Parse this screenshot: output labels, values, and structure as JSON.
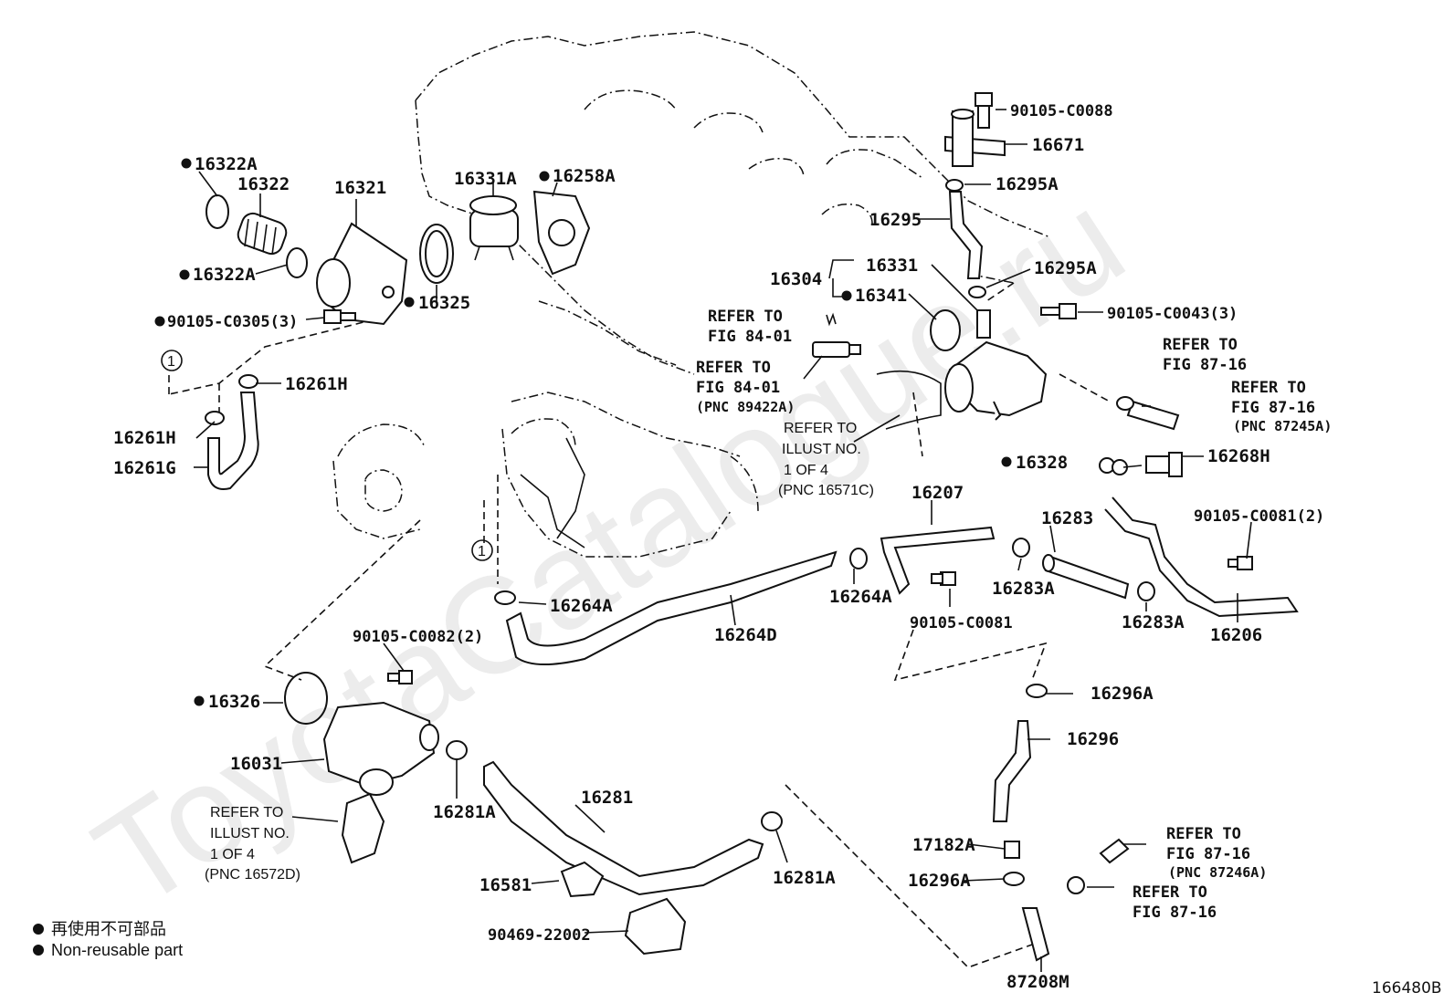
{
  "watermark": "ToyotaCatalogue.ru",
  "diagram_id": "166480B",
  "legend": {
    "line1": "再使用不可部品",
    "line2": "Non-reusable part"
  },
  "labels": {
    "p16322a_top": "16322A",
    "p16322": "16322",
    "p16321": "16321",
    "p16331a": "16331A",
    "p16258a": "16258A",
    "p16322a_bottom": "16322A",
    "p16325": "16325",
    "p90105_c0305": "90105-C0305(3)",
    "p16261h_top": "16261H",
    "p16261h_left": "16261H",
    "p16261g": "16261G",
    "p90105_c0088": "90105-C0088",
    "p16671": "16671",
    "p16295a_top": "16295A",
    "p16295": "16295",
    "p16331": "16331",
    "p16304": "16304",
    "p16341": "16341",
    "p16295a_mid": "16295A",
    "p90105_c0043": "90105-C0043(3)",
    "p16328": "16328",
    "p16268h": "16268H",
    "p16207": "16207",
    "p16283": "16283",
    "p90105_c0081_2": "90105-C0081(2)",
    "p16264a_left": "16264A",
    "p16264d": "16264D",
    "p16264a_right": "16264A",
    "p90105_c0081": "90105-C0081",
    "p16283a_left": "16283A",
    "p16283a_right": "16283A",
    "p16206": "16206",
    "p90105_c0082": "90105-C0082(2)",
    "p16326": "16326",
    "p16031": "16031",
    "p16281a_left": "16281A",
    "p16281": "16281",
    "p16281a_right": "16281A",
    "p16581": "16581",
    "p90469_22002": "90469-22002",
    "p16296a_top": "16296A",
    "p16296": "16296",
    "p17182a": "17182A",
    "p16296a_bottom": "16296A",
    "p87208m": "87208M",
    "circle1": "1"
  },
  "refs": {
    "r1_l1": "REFER TO",
    "r1_l2": "FIG 84-01",
    "r2_l1": "REFER TO",
    "r2_l2": "FIG 84-01",
    "r2_l3": "(PNC 89422A)",
    "r3_l1": "REFER TO",
    "r3_l2": "ILLUST NO.",
    "r3_l3": "1 OF 4",
    "r3_l4": "(PNC 16571C)",
    "r4_l1": "REFER TO",
    "r4_l2": "FIG 87-16",
    "r5_l1": "REFER TO",
    "r5_l2": "FIG 87-16",
    "r5_l3": "(PNC 87245A)",
    "r6_l1": "REFER TO",
    "r6_l2": "ILLUST NO.",
    "r6_l3": "1 OF 4",
    "r6_l4": "(PNC 16572D)",
    "r7_l1": "REFER TO",
    "r7_l2": "FIG 87-16",
    "r7_l3": "(PNC 87246A)",
    "r8_l1": "REFER TO",
    "r8_l2": "FIG 87-16"
  }
}
